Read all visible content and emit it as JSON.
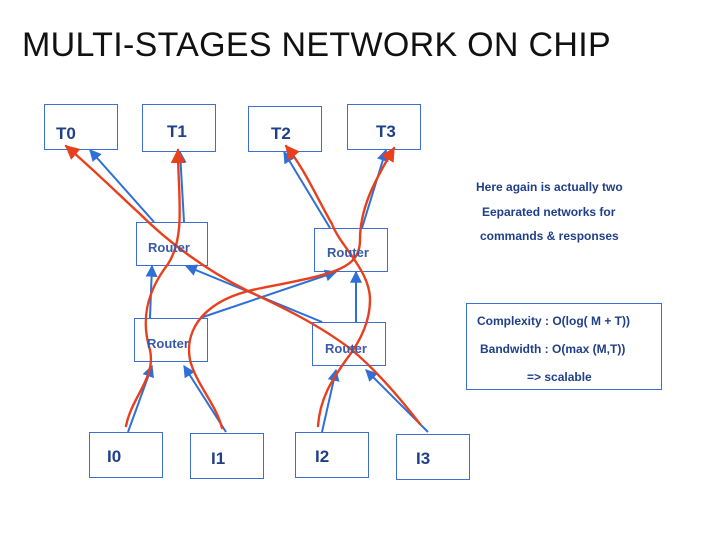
{
  "title": "MULTI-STAGES NETWORK ON CHIP",
  "targets": [
    "T0",
    "T1",
    "T2",
    "T3"
  ],
  "initiators": [
    "I0",
    "I1",
    "I2",
    "I3"
  ],
  "routers": [
    "Router",
    "Router",
    "Router",
    "Router"
  ],
  "note": {
    "line1": "Here again is actually two",
    "line2": "Eeparated networks for",
    "line3": "commands & responses"
  },
  "metrics": {
    "complexity": "Complexity :  O(log( M + T))",
    "bandwidth": "Bandwidth :  O(max (M,T))",
    "conclusion": "=> scalable"
  },
  "colors": {
    "command_links": "#2f6fd6",
    "response_links": "#e8401c",
    "box_border": "#3b6fd4"
  }
}
